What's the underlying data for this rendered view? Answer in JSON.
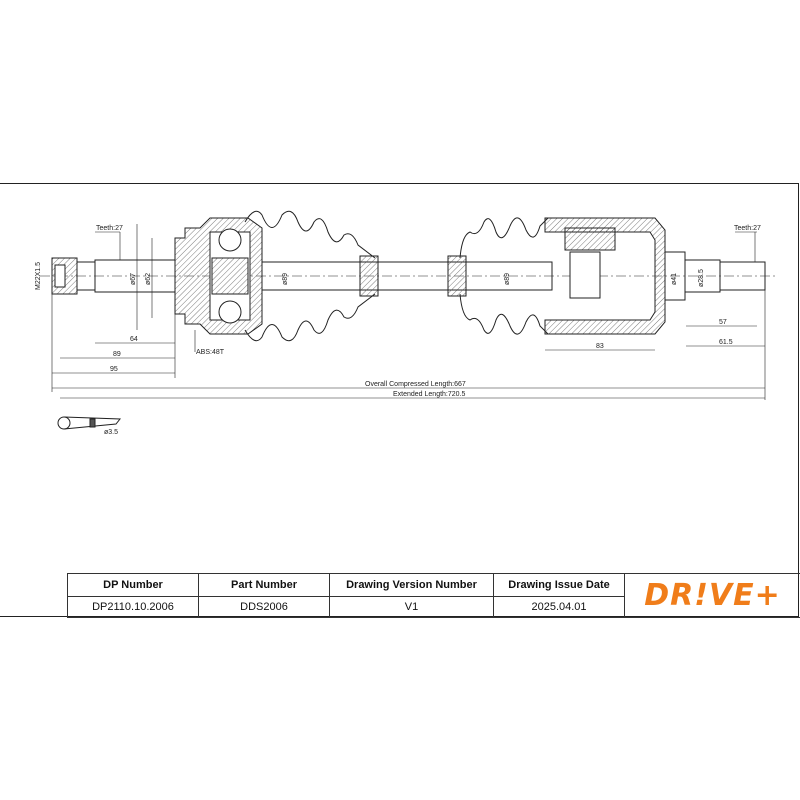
{
  "drawing": {
    "left_teeth": "Teeth:27",
    "right_teeth": "Teeth:27",
    "thread": "M22X1.5",
    "dia_67": "ø67",
    "dia_62": "ø62",
    "dia_left_boot": "ø89",
    "dia_right_boot": "ø89",
    "dia_41": "ø41",
    "dia_28_5": "ø28.5",
    "abs": "ABS:48T",
    "dim_64": "64",
    "dim_89": "89",
    "dim_95": "95",
    "dim_83": "83",
    "dim_57": "57",
    "dim_61_5": "61.5",
    "overall": "Overall  Compressed  Length:667",
    "extended": "Extended  Length:720.5",
    "pin_dia": "ø3.5"
  },
  "title_block": {
    "headers": [
      "DP Number",
      "Part Number",
      "Drawing Version Number",
      "Drawing Issue Date"
    ],
    "values": [
      "DP2110.10.2006",
      "DDS2006",
      "V1",
      "2025.04.01"
    ],
    "logo": "DR!VE+",
    "logo_color": "#f07d1a"
  }
}
